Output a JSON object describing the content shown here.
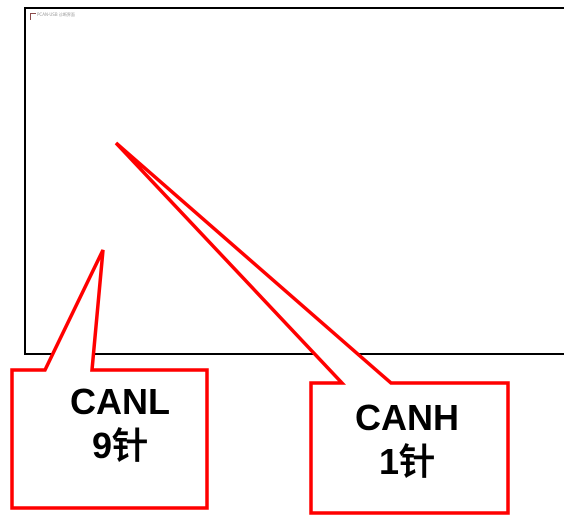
{
  "screen": {
    "caption": "PCAN-USB 诊断界面"
  },
  "callouts": [
    {
      "id": "canl",
      "line1": "CANL",
      "line2": "9针",
      "color": "#ff0000"
    },
    {
      "id": "canh",
      "line1": "CANH",
      "line2": "1针",
      "color": "#ff0000"
    }
  ],
  "colors": {
    "callout_stroke": "#ff0000",
    "frame_border": "#000000"
  }
}
